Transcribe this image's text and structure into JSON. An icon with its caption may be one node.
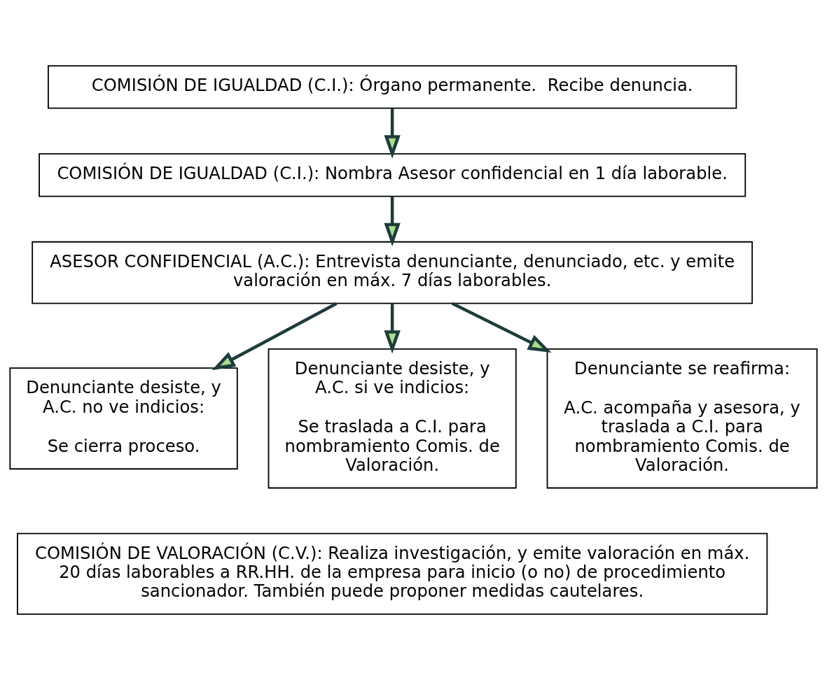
{
  "diagram": {
    "nodes": [
      {
        "text": [
          "COMISIÓN DE IGUALDAD (C.I.): Órgano permanente.  Recibe denuncia."
        ]
      },
      {
        "text": [
          "COMISIÓN DE IGUALDAD (C.I.): Nombra Asesor confidencial en 1 día laborable."
        ]
      },
      {
        "text": [
          "ASESOR CONFIDENCIAL (A.C.): Entrevista denunciante, denunciado, etc. y emite valoración en máx. 7 días laborables."
        ]
      },
      {
        "text": [
          "Denunciante desiste, y A.C. no ve indicios:",
          "Se cierra proceso."
        ]
      },
      {
        "text": [
          "Denunciante desiste, y A.C. si ve indicios:",
          "Se traslada a C.I. para nombramiento Comis. de Valoración."
        ]
      },
      {
        "text": [
          "Denunciante se reafirma:",
          "A.C. acompaña y asesora, y traslada a C.I. para nombramiento Comis. de Valoración."
        ]
      },
      {
        "text": [
          "COMISIÓN DE VALORACIÓN (C.V.): Realiza investigación, y emite valoración en máx. 20 días laborables a RR.HH. de la empresa para inicio (o no) de procedimiento sancionador. También puede proponer medidas cautelares."
        ]
      }
    ],
    "edges": [
      {
        "from": 0,
        "to": 1,
        "arrow": "to"
      },
      {
        "from": 1,
        "to": 2,
        "arrow": "to"
      },
      {
        "from": 2,
        "to": 3,
        "arrow": "to"
      },
      {
        "from": 2,
        "to": 4,
        "arrow": "to"
      },
      {
        "from": 2,
        "to": 5,
        "arrow": "to"
      }
    ]
  }
}
